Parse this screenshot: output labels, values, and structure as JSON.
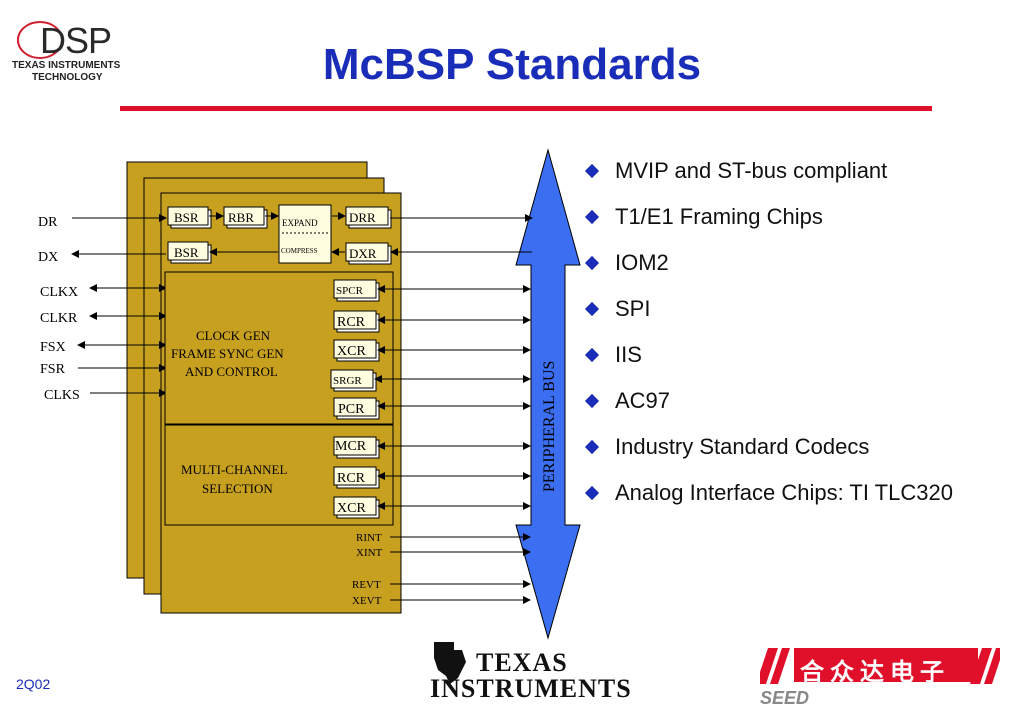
{
  "title": "McBSP Standards",
  "logo": {
    "brand": "DSP",
    "line1": "TEXAS INSTRUMENTS",
    "line2": "TECHNOLOGY"
  },
  "diagram": {
    "left_signals": [
      "DR",
      "DX",
      "CLKX",
      "CLKR",
      "FSX",
      "FSR",
      "CLKS"
    ],
    "top_blocks": [
      "BSR",
      "RBR",
      "EXPAND",
      "COMPRESS",
      "DRR",
      "BSR",
      "DXR"
    ],
    "control_block": [
      "CLOCK GEN",
      "FRAME SYNC GEN",
      "AND CONTROL"
    ],
    "control_registers": [
      "SPCR",
      "RCR",
      "XCR",
      "SRGR",
      "PCR"
    ],
    "multichannel_block": [
      "MULTI-CHANNEL",
      "SELECTION"
    ],
    "multichannel_registers": [
      "MCR",
      "RCR",
      "XCR"
    ],
    "interrupt_signals": [
      "RINT",
      "XINT"
    ],
    "event_signals": [
      "REVT",
      "XEVT"
    ],
    "bus_label": "PERIPHERAL BUS"
  },
  "bullets": [
    "MVIP and ST-bus compliant",
    "T1/E1 Framing Chips",
    "IOM2",
    "SPI",
    "IIS",
    "AC97",
    "Industry Standard Codecs",
    "Analog Interface Chips: TI TLC320"
  ],
  "footer": {
    "code": "2Q02",
    "ti_line1": "TEXAS",
    "ti_line2": "INSTRUMENTS",
    "seed_cn": "合众达电子",
    "seed_en": "SEED"
  },
  "colors": {
    "title": "#1a2db8",
    "rule": "#e0102a",
    "block": "#c8a020",
    "bus": "#3b6ef0",
    "bullet": "#1a2db8",
    "seed_red": "#e0102a"
  }
}
